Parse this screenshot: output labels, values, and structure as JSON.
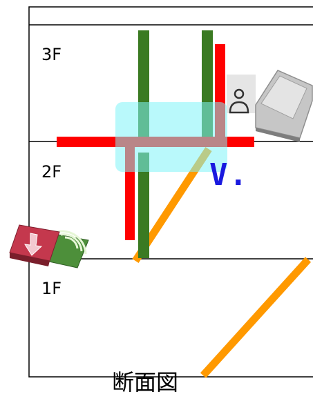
{
  "floors": {
    "top": "3F",
    "middle": "2F",
    "bottom": "1F"
  },
  "marker_text": "V.",
  "caption": "断面図",
  "icons": {
    "top_right": "person-camera-device-icon",
    "left": "download-wireless-device-icon"
  },
  "colors": {
    "outline": "#000000",
    "red_pipe": "#ff0000",
    "green_pipe": "#2e6b1e",
    "orange_duct": "#ff9900",
    "cyan_highlight": "#80f0f5",
    "marker_blue": "#1a1adf"
  }
}
